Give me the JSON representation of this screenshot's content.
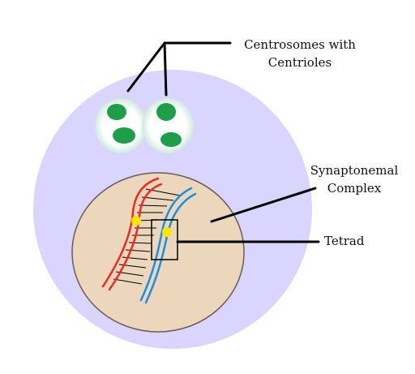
{
  "diagram": {
    "labels": {
      "centrosomes": {
        "line1": "Centrosomes with",
        "line2": "Centrioles"
      },
      "synaptonemal": {
        "line1": "Synaptonemal",
        "line2": "Complex"
      },
      "tetrad": "Tetrad"
    },
    "colors": {
      "cell": "#d9d5ff",
      "nucleus": "#ecd7bd",
      "nucleus_border": "#6b5d55",
      "centrosome": "#ffffff",
      "centrosome_glow": "#cfe9df",
      "centriole": "#1f9e4a",
      "chromatid_red": "#ee2a24",
      "chromatid_blue": "#1a8fe0",
      "chiasma": "#ffe600",
      "line": "#000000"
    }
  }
}
